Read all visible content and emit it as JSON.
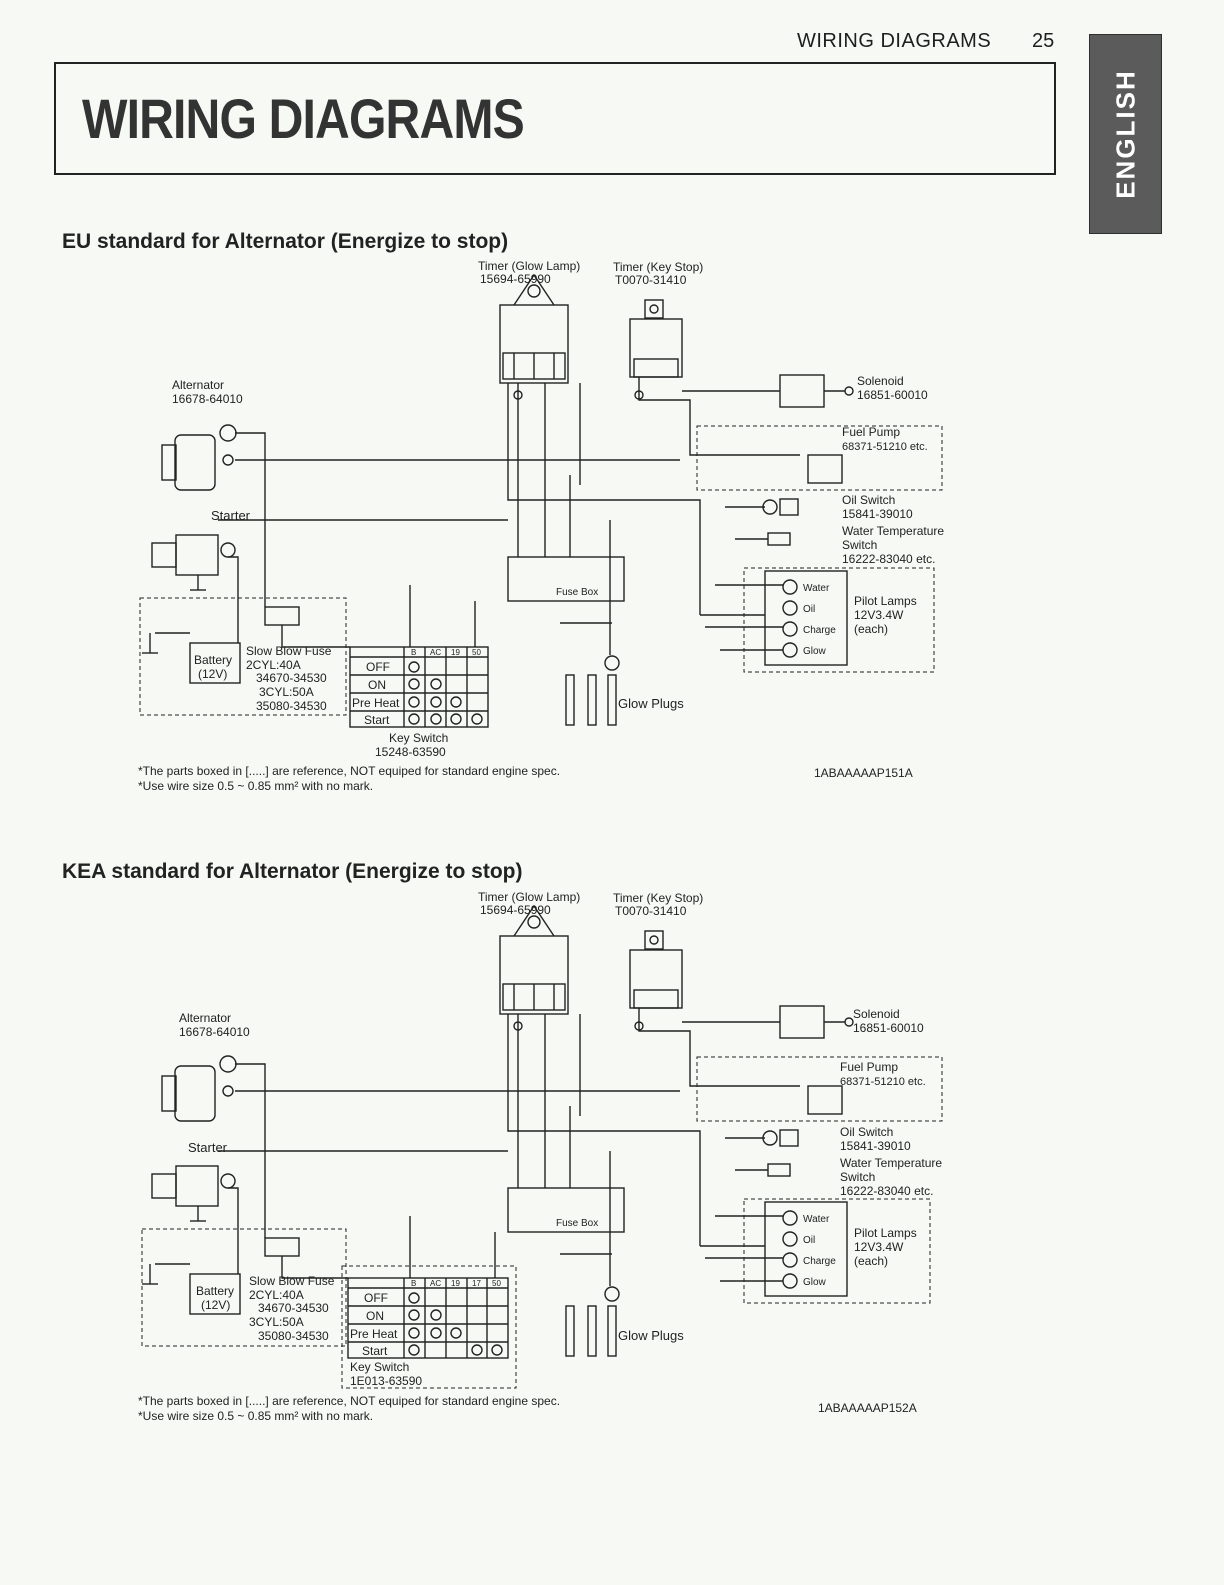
{
  "header": {
    "section": "WIRING DIAGRAMS",
    "page": "25"
  },
  "title": "WIRING DIAGRAMS",
  "lang_tab": "ENGLISH",
  "diagrams": [
    {
      "title": "EU standard for Alternator (Energize to stop)",
      "timer_glow": {
        "name": "Timer (Glow Lamp)",
        "part": "15694-65990"
      },
      "timer_key": {
        "name": "Timer (Key Stop)",
        "part": "T0070-31410"
      },
      "alternator": {
        "name": "Alternator",
        "part": "16678-64010"
      },
      "starter": "Starter",
      "solenoid": {
        "name": "Solenoid",
        "part": "16851-60010"
      },
      "fuel_pump": {
        "name": "Fuel Pump",
        "part": "68371-51210 etc."
      },
      "oil_switch": {
        "name": "Oil Switch",
        "part": "15841-39010"
      },
      "water_temp": {
        "name1": "Water Temperature",
        "name2": "Switch",
        "part": "16222-83040 etc."
      },
      "fuse_box": "Fuse Box",
      "pilot_lamps": {
        "name": "Pilot Lamps",
        "spec": "12V3.4W",
        "each": "(each)",
        "lamps": [
          "Water",
          "Oil",
          "Charge",
          "Glow"
        ]
      },
      "battery": {
        "name": "Battery",
        "volt": "(12V)"
      },
      "slow_blow": {
        "name": "Slow Blow Fuse",
        "l1": "2CYL:40A",
        "l2": "34670-34530",
        "l3": "3CYL:50A",
        "l4": "35080-34530"
      },
      "key_switch": {
        "name": "Key Switch",
        "part": "15248-63590",
        "cols": [
          "B",
          "AC",
          "19",
          "50"
        ],
        "rows": [
          "OFF",
          "ON",
          "Pre Heat",
          "Start"
        ]
      },
      "glow_plugs": "Glow Plugs",
      "note1": "*The parts boxed in [.....] are reference, NOT equiped for standard engine spec.",
      "note2": "*Use wire size 0.5 ~ 0.85 mm² with no mark.",
      "code": "1ABAAAAAP151A"
    },
    {
      "title": "KEA standard for Alternator (Energize to stop)",
      "timer_glow": {
        "name": "Timer (Glow Lamp)",
        "part": "15694-65990"
      },
      "timer_key": {
        "name": "Timer (Key Stop)",
        "part": "T0070-31410"
      },
      "alternator": {
        "name": "Alternator",
        "part": "16678-64010"
      },
      "starter": "Starter",
      "solenoid": {
        "name": "Solenoid",
        "part": "16851-60010"
      },
      "fuel_pump": {
        "name": "Fuel Pump",
        "part": "68371-51210 etc."
      },
      "oil_switch": {
        "name": "Oil Switch",
        "part": "15841-39010"
      },
      "water_temp": {
        "name1": "Water Temperature",
        "name2": "Switch",
        "part": "16222-83040 etc."
      },
      "fuse_box": "Fuse Box",
      "pilot_lamps": {
        "name": "Pilot Lamps",
        "spec": "12V3.4W",
        "each": "(each)",
        "lamps": [
          "Water",
          "Oil",
          "Charge",
          "Glow"
        ]
      },
      "battery": {
        "name": "Battery",
        "volt": "(12V)"
      },
      "slow_blow": {
        "name": "Slow Blow Fuse",
        "l1": "2CYL:40A",
        "l2": "34670-34530",
        "l3": "3CYL:50A",
        "l4": "35080-34530"
      },
      "key_switch": {
        "name": "Key Switch",
        "part": "1E013-63590",
        "cols": [
          "B",
          "AC",
          "19",
          "17",
          "50"
        ],
        "rows": [
          "OFF",
          "ON",
          "Pre Heat",
          "Start"
        ]
      },
      "glow_plugs": "Glow Plugs",
      "note1": "*The parts boxed in [.....] are reference, NOT equiped for standard engine spec.",
      "note2": "*Use wire size 0.5 ~ 0.85 mm² with no mark.",
      "code": "1ABAAAAAP152A"
    }
  ]
}
